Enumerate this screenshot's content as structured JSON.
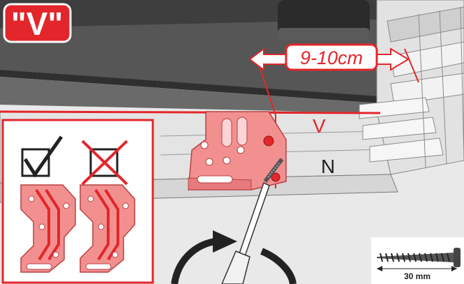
{
  "badge": {
    "label": "\"V\""
  },
  "measurement": {
    "label": "9-10cm"
  },
  "markers": {
    "upper": "V",
    "lower": "N"
  },
  "screw": {
    "length_label": "30 mm"
  },
  "colors": {
    "accent_red": "#e3262b",
    "bracket_pink": "#f07b7e",
    "panel_dark": "#4e4e4e",
    "drawer_gray": "#e6e6e6",
    "rail_gray": "#dcdcdc"
  },
  "icons": {
    "correct": "checkbox-checked-icon",
    "wrong": "checkbox-crossed-icon",
    "rotate": "rotation-arrow-icon"
  }
}
